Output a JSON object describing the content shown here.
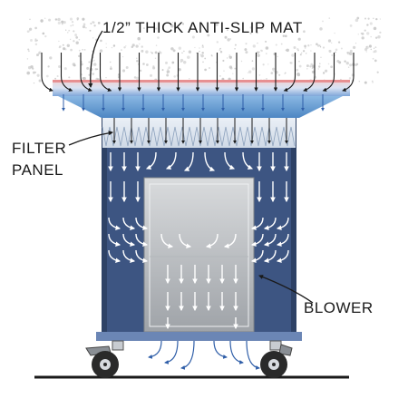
{
  "labels": {
    "mat": "1/2” THICK ANTI-SLIP MAT",
    "filter_line1": "FILTER",
    "filter_line2": "PANEL",
    "blower": "BLOWER"
  },
  "colors": {
    "cabinet": "#3d5582",
    "cabinet_dark": "#2e4266",
    "blower_housing": "#c9ccd0",
    "mat_top": "#b8c9e6",
    "mat_glow": "#e25a5a",
    "tray": "#6aa6dc",
    "filter": "#dfe8f2",
    "arrow_white": "#ffffff",
    "arrow_dark": "#1a1a1a",
    "dust": "#c7c7c7",
    "floor": "#1a1a1a"
  }
}
